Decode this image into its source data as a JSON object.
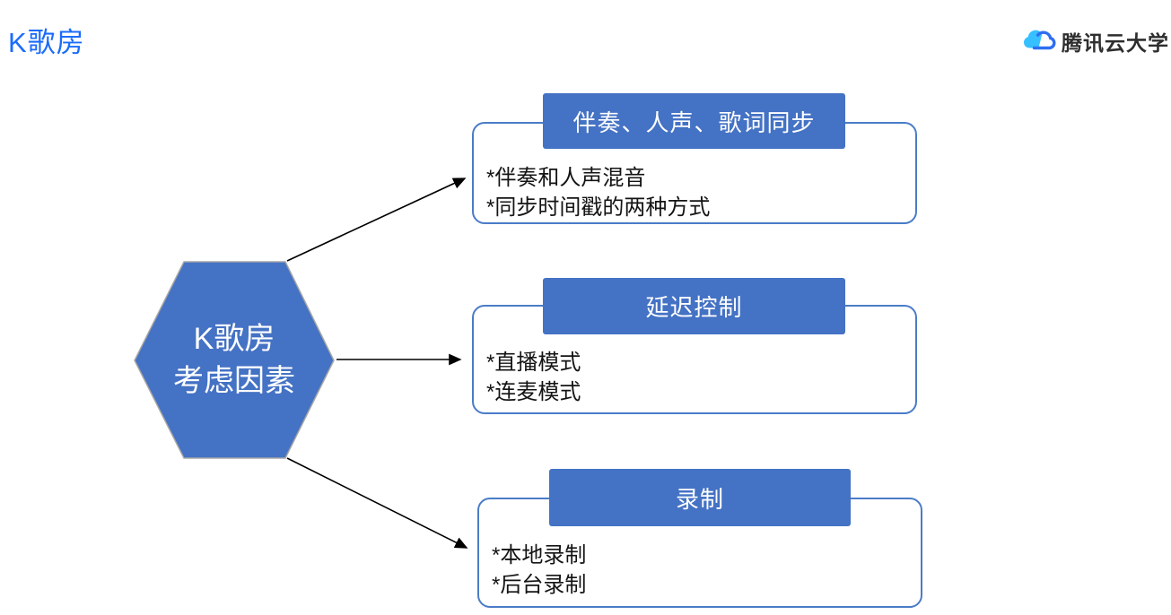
{
  "page": {
    "title": "K歌房"
  },
  "logo": {
    "text": "腾讯云大学"
  },
  "hexagon": {
    "line1": "K歌房",
    "line2": "考虑因素"
  },
  "nodes": [
    {
      "header": "伴奏、人声、歌词同步",
      "items": [
        "*伴奏和人声混音",
        "*同步时间戳的两种方式"
      ]
    },
    {
      "header": "延迟控制",
      "items": [
        "*直播模式",
        "*连麦模式"
      ]
    },
    {
      "header": "录制",
      "items": [
        "*本地录制",
        "*后台录制"
      ]
    }
  ],
  "colors": {
    "title_blue": "#1b6cfa",
    "accent_blue": "#4472c4",
    "box_border_blue": "#4a7cc7",
    "hexagon_border_gray": "#a6a6a6",
    "arrow_black": "#000000",
    "logo_cloud_light": "#37c0ff",
    "logo_cloud_dark": "#2e6ff2",
    "logo_text_color": "#2e2e2e"
  }
}
